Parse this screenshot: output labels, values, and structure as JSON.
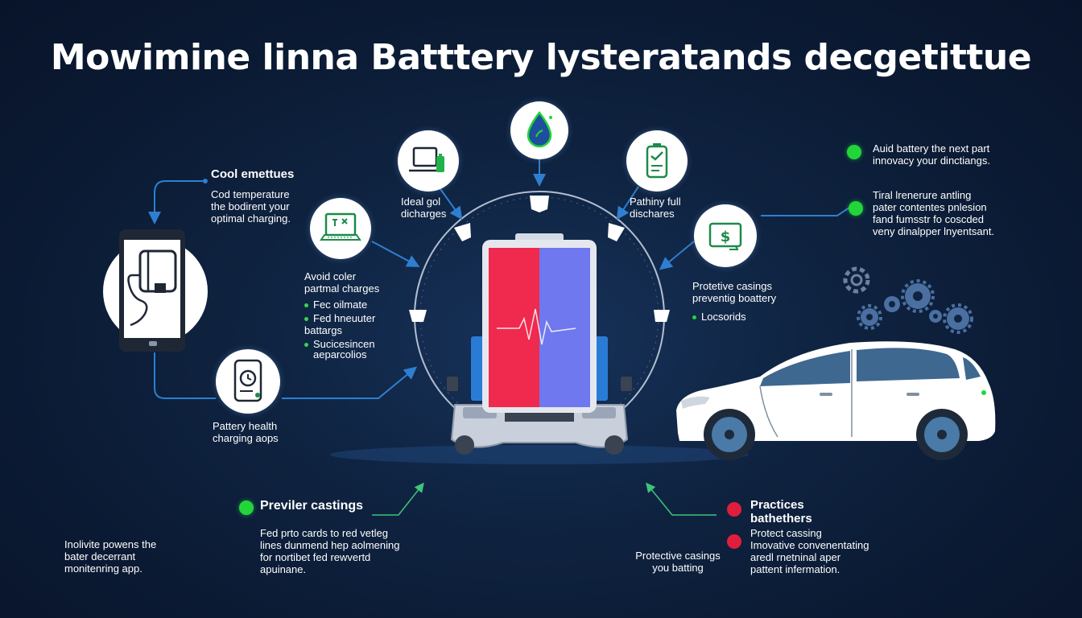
{
  "title": "Mowimine linna Batttery lysteratands decgetittue",
  "left": {
    "cool_heading": "Cool emettues",
    "cool_lines": [
      "Cod temperature",
      "the bodirent your",
      "optimal charging."
    ],
    "avoid_lines": [
      "Avoid coler",
      "partmal charges"
    ],
    "avoid_bullets": [
      "Fec oilmate",
      "Fed hneuuter battargs",
      "Sucicesincen"
    ],
    "avoid_extra": "aeparcolios",
    "health_lines": [
      "Pattery health",
      "charging aops"
    ]
  },
  "top": {
    "ideal_lines": [
      "Ideal gol",
      "dicharges"
    ],
    "partial_lines": [
      "Pathiny full",
      "dischares"
    ]
  },
  "right": {
    "avid_lines": [
      "Auid battery the next part",
      "innovacy your dinctiangs."
    ],
    "trial_lines": [
      "Tiral lrenerure antling",
      "pater contentes pnlesion",
      "fand fumsstr fo coscded",
      "veny dinalpper lnyentsant."
    ],
    "protective_lines": [
      "Protetive casings",
      "preventig boattery"
    ],
    "protective_bullet": "Locsorids"
  },
  "bottom": {
    "far_left_lines": [
      "Inolivite powens the",
      "bater decerrant",
      "monitenring app."
    ],
    "previler_heading": "Previler castings",
    "previler_lines": [
      "Fed prto cards to red vetleg",
      "lines dunmend hep aolmening",
      "for nortibet fed rewvertd",
      "apuinane."
    ],
    "protective_lines": [
      "Protective casings",
      "you batting"
    ],
    "practices_heading": [
      "Practices",
      "bathethers"
    ],
    "protect_lines": [
      "Protect cassing",
      "Imovative convenentating",
      "aredl rnetninal aper",
      "pattent infermation."
    ]
  },
  "colors": {
    "background": "#0b1a33",
    "accent_green": "#22d63a",
    "accent_red": "#e01e3c",
    "connector_blue": "#2e7fd0",
    "battery_red": "#ef2a4e",
    "battery_blue": "#6f78ee"
  },
  "icons": [
    "phone-charging-icon",
    "laptop-icon",
    "water-drop-icon",
    "battery-check-icon",
    "dollar-icon",
    "monitor-icon",
    "health-app-icon",
    "battery-icon",
    "gears-icon",
    "car-icon"
  ]
}
